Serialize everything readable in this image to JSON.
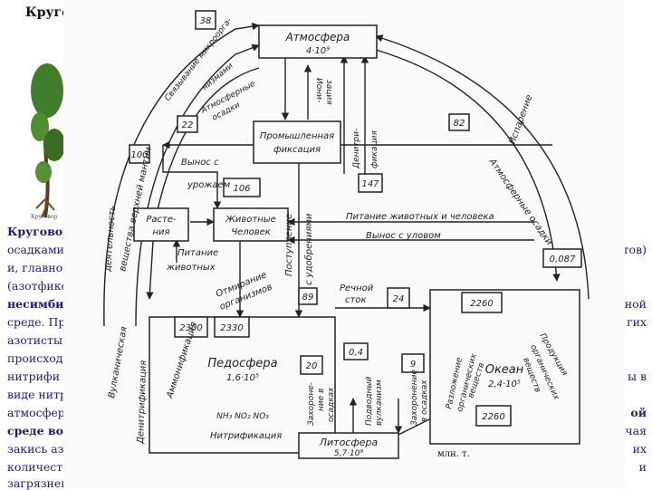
{
  "slide": {
    "title": "Круго",
    "plant_caption": "Круговор"
  },
  "background_text": {
    "l1": "Круговор",
    "l2": "осадками",
    "l2r": "атов)",
    "l3": "и, главно",
    "l4": "(азотфико",
    "l5": "несимбио",
    "l5r": "ной",
    "l6": "среде. Пр",
    "l6r": "гих",
    "l7": "азотисты",
    "l8": "происход",
    "l9": "нитрифи",
    "l9r": "ы в",
    "l10": "виде нитр",
    "l11": "атмосфер",
    "l11r": "ой",
    "l12": "среде вос",
    "l12r": "ючая",
    "l13": "закись аз",
    "l13r": "их",
    "l14": "количест",
    "l14r": "и",
    "l15": "загрязнен"
  },
  "diagram": {
    "atmosphere": {
      "name": "Атмосфера",
      "value": "4·10⁹"
    },
    "industrial_fixation": {
      "line1": "Промышленная",
      "line2": "фиксация"
    },
    "plants": {
      "line1": "Расте-",
      "line2": "ния"
    },
    "animals": {
      "line1": "Животные",
      "line2": "Человек"
    },
    "pedosphere": {
      "name": "Педосфера",
      "value": "1,6·10⁵",
      "nh": "NH₃ NO₂ NO₃"
    },
    "ocean": {
      "name": "Океан",
      "value": "2,4·10⁵"
    },
    "lithosphere": {
      "name": "Литосфера",
      "value": "5,7·10⁹"
    },
    "labels": {
      "micro": "Связывание микроорга-",
      "micro2": "низмами",
      "atm_precip": "Атмосферные",
      "atm_precip2": "осадки",
      "ionization": "Иони-",
      "ionization2": "зация",
      "denitr": "Денитри-",
      "denitr2": "фикация",
      "evaporation": "Испарение",
      "atm_precip_r": "Атмосферные осадки",
      "removal_crop": "Вынос с",
      "removal_crop2": "урожаем",
      "nutrition": "Питание",
      "nutrition2": "животных",
      "fert": "Поступление",
      "fert2": "с удобрениями",
      "feeding": "Питание животных и человека",
      "catch": "Вынос с уловом",
      "river": "Речной",
      "river2": "сток",
      "dying": "Отмирание",
      "dying2": "организмов",
      "volcanic": "Вулканическая",
      "volcanic2": "деятельность",
      "upper_mantle": "вещества верхней мантии",
      "ammon": "Аммонификация",
      "denitr_l": "Денитрификация",
      "nitr": "Нитрификация",
      "burial": "Захороне-",
      "burial2": "ние в",
      "burial3": "осадках",
      "underwater": "Подводный",
      "volcanism": "вулканизм",
      "burial_s": "Захоронение",
      "burial_s2": "в осадках",
      "production": "Продукция",
      "production2": "органических",
      "production3": "веществ",
      "decay": "Разложение",
      "decay2": "органических",
      "decay3": "веществ"
    },
    "values": {
      "v38": "38",
      "v22": "22",
      "v100": "100",
      "v82": "82",
      "v106": "106",
      "v147": "147",
      "v0087": "0,087",
      "v2300": "2300",
      "v2330": "2330",
      "v89": "89",
      "v24": "24",
      "v2260a": "2260",
      "v2260b": "2260",
      "v20": "20",
      "v04": "0,4",
      "v9": "9"
    },
    "unit": "млн. т."
  }
}
